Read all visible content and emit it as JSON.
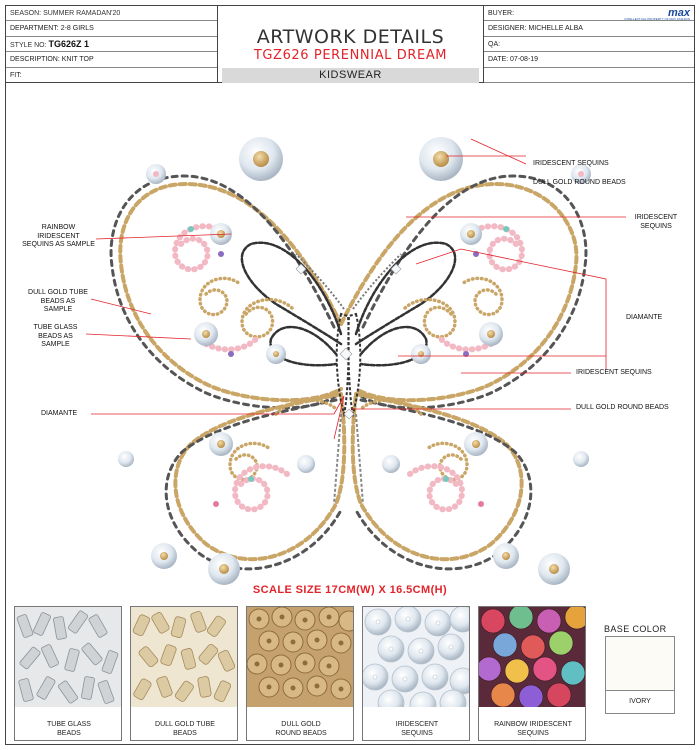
{
  "header": {
    "season": "SEASON: SUMMER RAMADAN'20",
    "department": "DEPARTMENT: 2-8 GIRLS",
    "style_label": "STYLE NO:",
    "style_value": "TG626Z 1",
    "description": "DESCRIPTION: KNIT TOP",
    "fit": "FIT:",
    "title": "ARTWORK DETAILS",
    "subtitle": "TGZ626 PERENNIAL DREAM",
    "division": "KIDSWEAR",
    "buyer": "BUYER:",
    "designer": "DESIGNER: MICHELLE ALBA",
    "qa": "QA:",
    "date": "DATE: 07-08-19",
    "logo": "max",
    "logo_sub": "INTELLECTUAL PROPERTY OF MAX FASHION"
  },
  "callouts": {
    "iridescent_top": "IRIDESCENT SEQUINS",
    "gold_round_top": "DULL GOLD ROUND BEADS",
    "iridescent_right": "IRIDESCENT SEQUINS",
    "diamante_right": "DIAMANTE",
    "iridescent_mid": "IRIDESCENT SEQUINS",
    "gold_round_mid": "DULL GOLD ROUND BEADS",
    "rainbow": "RAINBOW IRIDESCENT SEQUINS AS SAMPLE",
    "gold_tube": "DULL GOLD TUBE BEADS AS SAMPLE",
    "tube_glass": "TUBE GLASS BEADS AS SAMPLE",
    "diamante_left": "DIAMANTE"
  },
  "scale_text": "SCALE SIZE 17CM(W) X 16.5CM(H)",
  "swatches": [
    {
      "label": "TUBE GLASS BEADS",
      "icon": "silver-tube-beads"
    },
    {
      "label": "DULL GOLD TUBE BEADS",
      "icon": "gold-tube-beads"
    },
    {
      "label": "DULL GOLD ROUND BEADS",
      "icon": "gold-round-beads"
    },
    {
      "label": "IRIDESCENT SEQUINS",
      "icon": "iridescent-sequins"
    },
    {
      "label": "RAINBOW IRIDESCENT SEQUINS",
      "icon": "rainbow-sequins"
    }
  ],
  "base_color": {
    "title": "BASE COLOR",
    "name": "IVORY",
    "hex": "#fcfbf6"
  },
  "colors": {
    "accent": "#e2232a",
    "logo": "#1a4b9c",
    "gold": "#c9a566",
    "pink": "#f2b8c3",
    "teal": "#74c9be",
    "purple": "#8a6cc1"
  }
}
